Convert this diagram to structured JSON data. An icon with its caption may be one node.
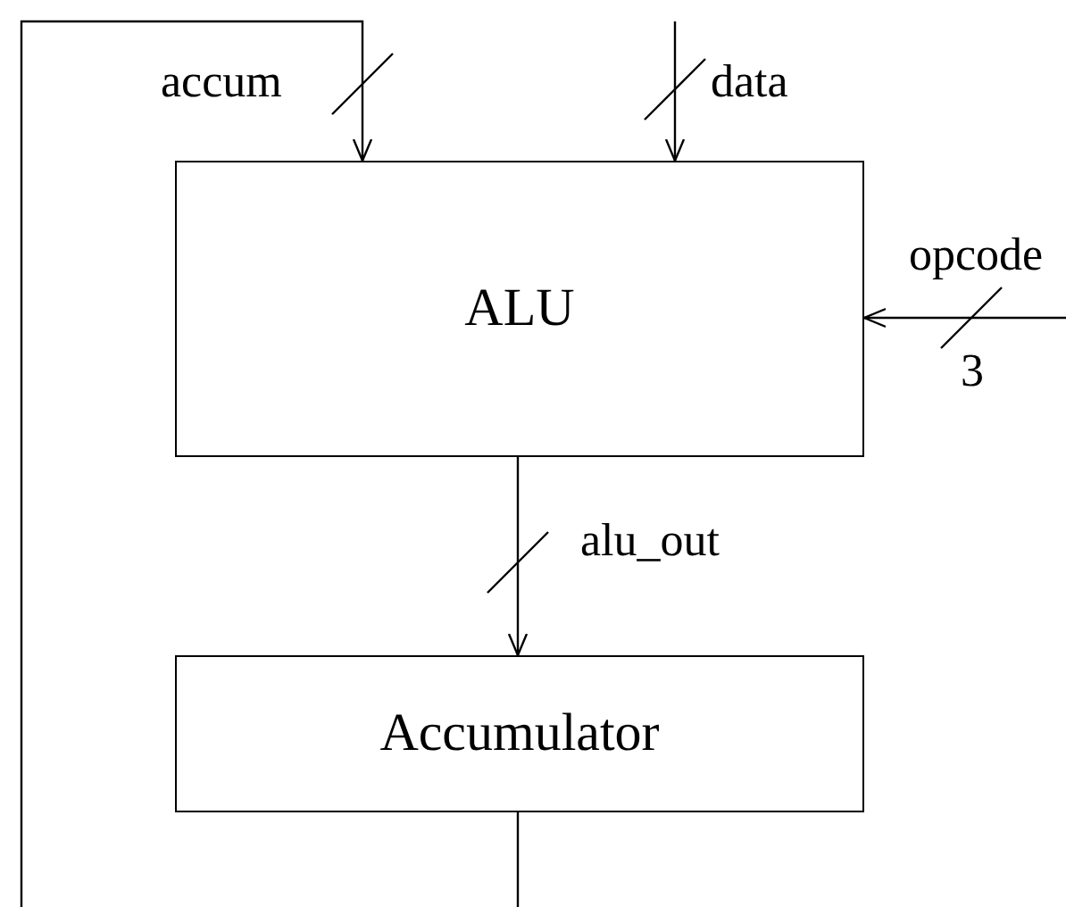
{
  "diagram": {
    "nodes": [
      {
        "text": [
          "ALU"
        ]
      },
      {
        "text": [
          "Accumulator"
        ]
      }
    ],
    "edges": [
      {
        "from": null,
        "to": 0,
        "arrow": "to",
        "label": "accum"
      },
      {
        "from": null,
        "to": 0,
        "arrow": "to",
        "label": "data"
      },
      {
        "from": null,
        "to": 0,
        "arrow": "to",
        "label": "opcode"
      },
      {
        "from": 0,
        "to": 1,
        "arrow": "to",
        "label": "alu_out"
      },
      {
        "from": 1,
        "to": null,
        "arrow": "none"
      }
    ],
    "labels": [
      "3"
    ]
  }
}
